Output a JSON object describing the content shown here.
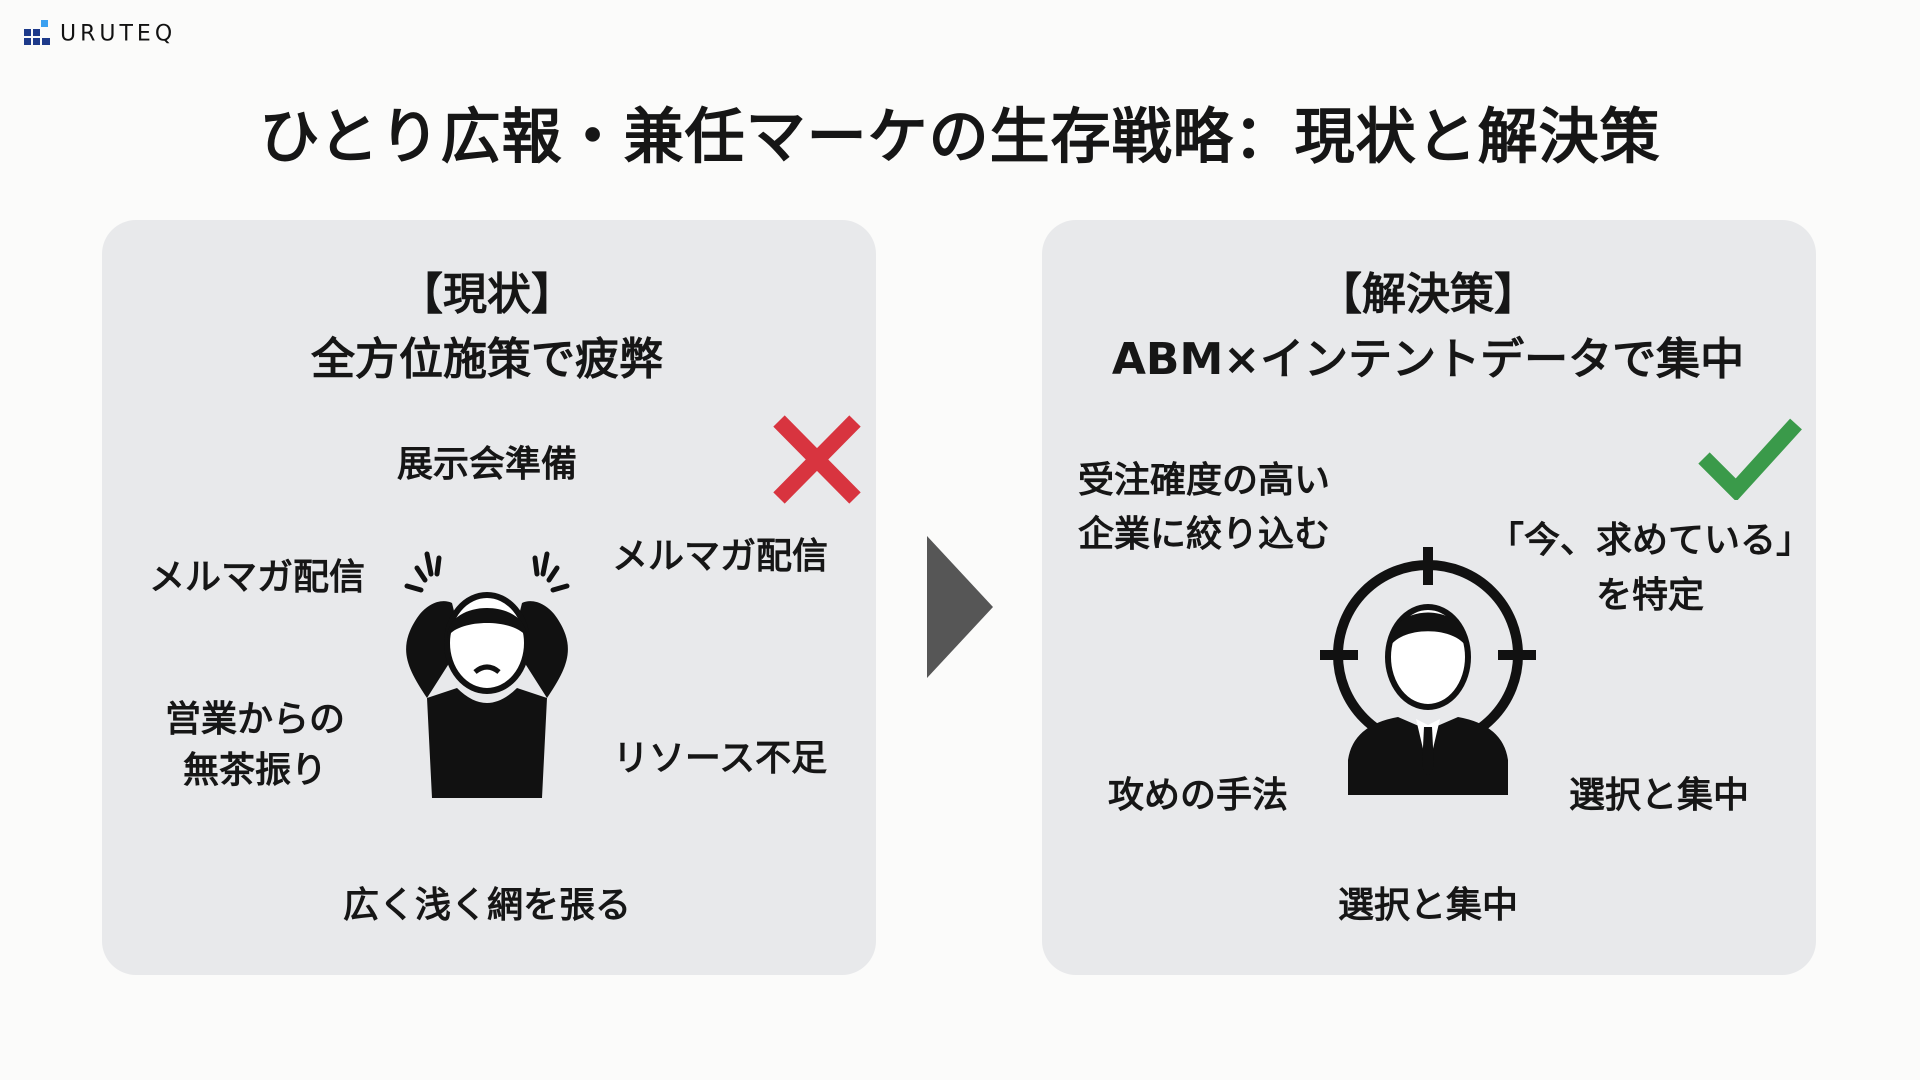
{
  "brand": {
    "name": "URUTEQ"
  },
  "title": "ひとり広報・兼任マーケの生存戦略：現状と解決策",
  "left": {
    "label": "【現状】",
    "heading": "全方位施策で疲弊",
    "items": [
      "展示会準備",
      "メルマガ配信",
      "メルマガ配信",
      "営業からの",
      "無茶振り",
      "リソース不足",
      "広く浅く網を張る"
    ],
    "icon": "x-mark-icon",
    "color": "#d8343f"
  },
  "right": {
    "label": "【解決策】",
    "heading": "ABM×インテントデータで集中",
    "items": [
      "受注確度の高い",
      "企業に絞り込む",
      "「今、求めている」",
      "を特定",
      "攻めの手法",
      "選択と集中",
      "選択と集中"
    ],
    "icon": "check-mark-icon",
    "color": "#3a9a4a"
  }
}
